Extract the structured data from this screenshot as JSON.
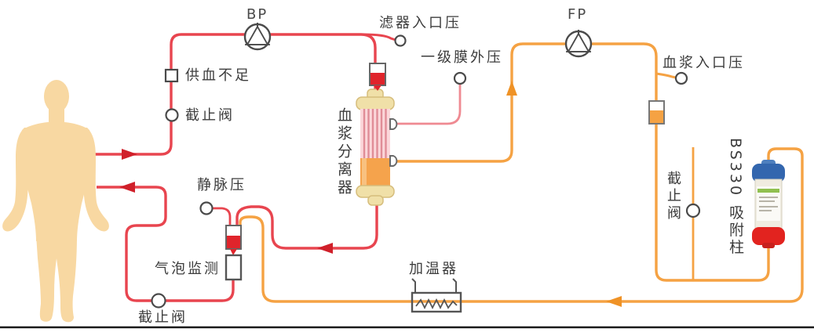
{
  "diagram": {
    "title_semantic": "plasma adsorption blood purification circuit",
    "labels": {
      "blood_pump": "BP",
      "plasma_pump": "FP",
      "insufficient_blood_supply": "供血不足",
      "stop_valve_top": "截止阀",
      "filter_inlet_pressure": "滤器入口压",
      "primary_membrane_outer_pressure": "一级膜外压",
      "plasma_separator": "血浆分离器",
      "plasma_inlet_pressure": "血浆入口压",
      "adsorption_column": "BS330 吸附柱",
      "stop_valve_right": "截止阀",
      "venous_pressure": "静脉压",
      "bubble_monitor": "气泡监测",
      "stop_valve_bottom": "截止阀",
      "heater": "加温器"
    },
    "colors": {
      "blood_line": "#e8454f",
      "blood_arrow": "#d0202a",
      "plasma_line": "#f5a243",
      "plasma_arrow": "#ef9226",
      "pressure_line": "#ef8a92",
      "body_fill": "#f8d8a2",
      "separator_cap": "#f0e0a8",
      "separator_membrane": "#fbd7da",
      "separator_stripe": "#e08d97",
      "separator_lower": "#f5a34c",
      "column_cap_top": "#3366ae",
      "column_cap_bottom": "#e2231f",
      "chamber_blood": "#e0242b",
      "outline": "#4a4a4a"
    }
  }
}
